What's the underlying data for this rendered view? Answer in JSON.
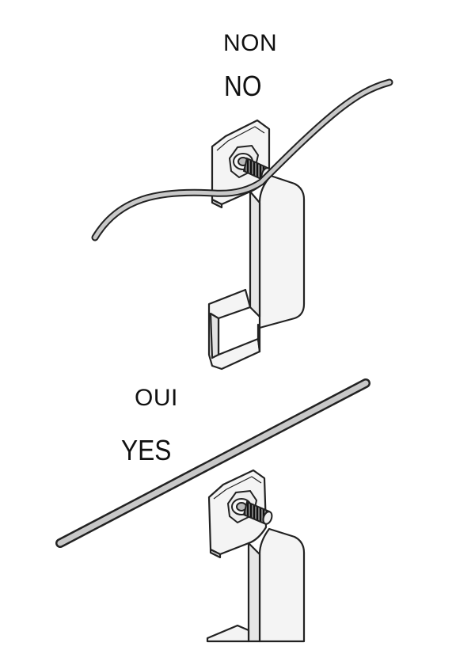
{
  "labels": {
    "incorrect_fr": "NON",
    "incorrect_en": "NO",
    "correct_fr": "OUI",
    "correct_en": "YES"
  },
  "colors": {
    "background": "#ffffff",
    "line": "#222222",
    "cable_fill": "#c8c8c8",
    "bracket_fill": "#f4f4f4",
    "bolt_dark": "#333333"
  }
}
